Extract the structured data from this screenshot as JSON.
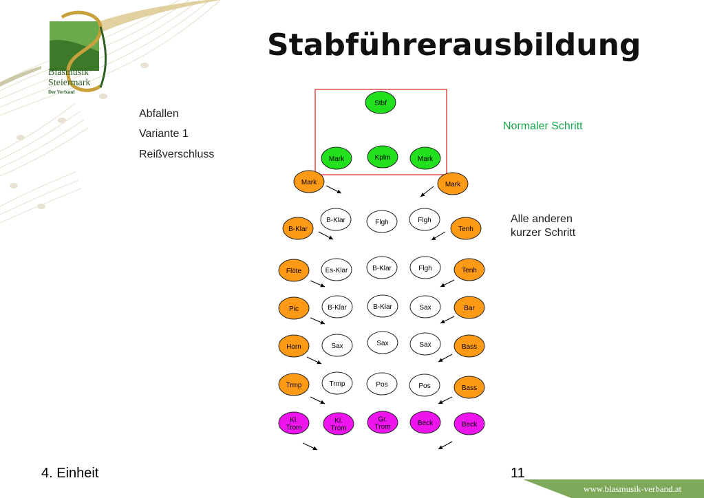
{
  "slide": {
    "title": "Stabführerausbildung",
    "labels": [
      "Abfallen",
      "Variante 1",
      "Reißverschluss"
    ],
    "note_normal": "Normaler Schritt",
    "note_other": [
      "Alle anderen",
      "kurzer Schritt"
    ],
    "footer_left": "4. Einheit",
    "page_number": "11",
    "url": "www.blasmusik-verband.at",
    "logo": {
      "line1": "Blasmusik",
      "line2": "Steiermark",
      "line3": "Der Verband"
    }
  },
  "colors": {
    "green": "#22e01e",
    "orange": "#ff9a16",
    "magenta": "#ee14ee",
    "white": "#ffffff",
    "note_green": "#1aa64a",
    "frame": "#e03030",
    "footer_bar": "#7ea85a"
  },
  "formation": [
    {
      "label": "Stbf",
      "fill": "green"
    },
    {
      "label": "Mark",
      "fill": "green"
    },
    {
      "label": "Kplm",
      "fill": "green"
    },
    {
      "label": "Mark",
      "fill": "green"
    },
    {
      "label": "Mark",
      "fill": "orange"
    },
    {
      "label": "Mark",
      "fill": "orange"
    },
    {
      "label": "B-Klar",
      "fill": "orange"
    },
    {
      "label": "B-Klar",
      "fill": "white"
    },
    {
      "label": "Flgh",
      "fill": "white"
    },
    {
      "label": "Flgh",
      "fill": "white"
    },
    {
      "label": "Tenh",
      "fill": "orange"
    },
    {
      "label": "Flöte",
      "fill": "orange"
    },
    {
      "label": "Es-Klar",
      "fill": "white"
    },
    {
      "label": "B-Klar",
      "fill": "white"
    },
    {
      "label": "Flgh",
      "fill": "white"
    },
    {
      "label": "Tenh",
      "fill": "orange"
    },
    {
      "label": "Pic",
      "fill": "orange"
    },
    {
      "label": "B-Klar",
      "fill": "white"
    },
    {
      "label": "B-Klar",
      "fill": "white"
    },
    {
      "label": "Sax",
      "fill": "white"
    },
    {
      "label": "Bar",
      "fill": "orange"
    },
    {
      "label": "Horn",
      "fill": "orange"
    },
    {
      "label": "Sax",
      "fill": "white"
    },
    {
      "label": "Sax",
      "fill": "white"
    },
    {
      "label": "Sax",
      "fill": "white"
    },
    {
      "label": "Bass",
      "fill": "orange"
    },
    {
      "label": "Trmp",
      "fill": "orange"
    },
    {
      "label": "Trmp",
      "fill": "white"
    },
    {
      "label": "Pos",
      "fill": "white"
    },
    {
      "label": "Pos",
      "fill": "white"
    },
    {
      "label": "Bass",
      "fill": "orange"
    },
    {
      "label": "Kl.|Trom",
      "fill": "magenta"
    },
    {
      "label": "Kl.|Trom",
      "fill": "magenta"
    },
    {
      "label": "Gr.|Trom",
      "fill": "magenta"
    },
    {
      "label": "Beck",
      "fill": "magenta"
    },
    {
      "label": "Beck",
      "fill": "magenta"
    }
  ]
}
